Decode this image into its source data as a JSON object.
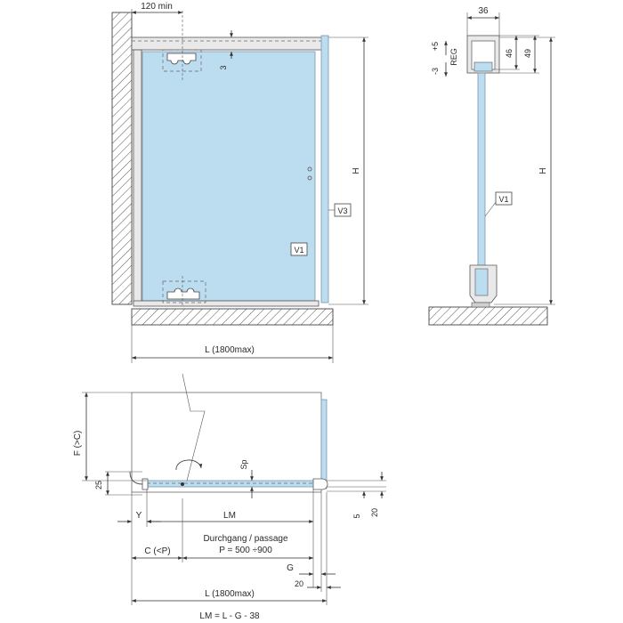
{
  "front_view": {
    "dim_top": "120 min",
    "dim_gap": "3",
    "dim_height": "H",
    "label_panel": "V1",
    "label_profile": "V3",
    "dim_length": "L (1800max)"
  },
  "side_view": {
    "dim_width": "36",
    "dim_46": "46",
    "dim_49": "49",
    "reg_plus": "+5",
    "reg_label": "REG",
    "reg_minus": "-3",
    "dim_height": "H",
    "label_panel": "V1"
  },
  "plan_view": {
    "dim_f": "F (>C)",
    "dim_25": "25",
    "dim_sp": "Sp",
    "dim_y": "Y",
    "dim_lm": "LM",
    "dim_5": "5",
    "dim_20_right": "20",
    "passage_title": "Durchgang / passage",
    "passage_value": "P = 500 ÷900",
    "dim_c": "C (<P)",
    "dim_g": "G",
    "dim_20_bottom": "20",
    "dim_length": "L (1800max)",
    "formula": "LM = L - G - 38"
  }
}
